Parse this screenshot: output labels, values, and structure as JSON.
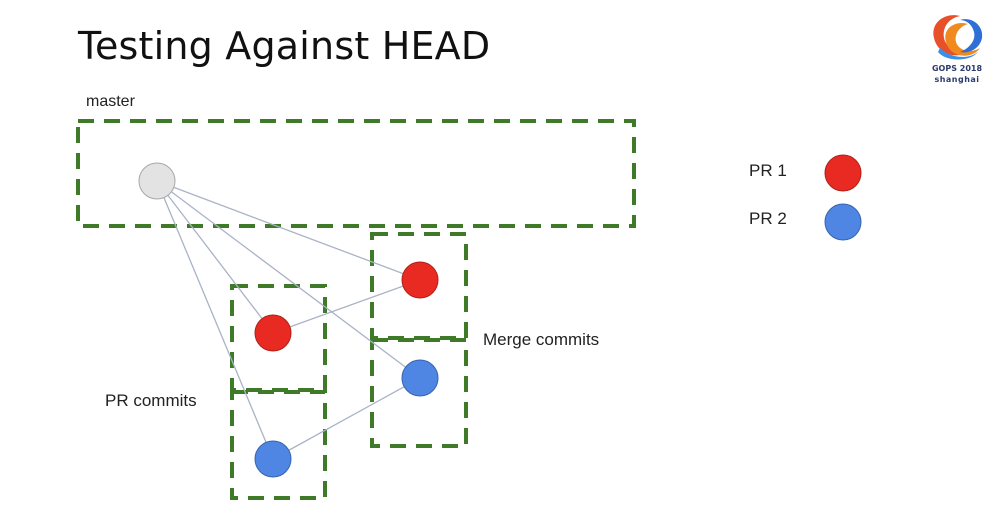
{
  "slide": {
    "title": "Testing Against HEAD"
  },
  "logo": {
    "line1": "GOPS 2018",
    "line2": "shanghai"
  },
  "diagram": {
    "labels": {
      "master": "master",
      "pr_commits": "PR commits",
      "merge_commits": "Merge commits"
    },
    "colors": {
      "box_border": "#3e7a27",
      "master_node": "#e3e3e3",
      "pr1": "#e82a22",
      "pr2": "#4f86e3",
      "edge": "#a9b3c6"
    }
  },
  "legend": {
    "items": [
      {
        "label": "PR 1",
        "color": "#e82a22"
      },
      {
        "label": "PR 2",
        "color": "#4f86e3"
      }
    ]
  }
}
